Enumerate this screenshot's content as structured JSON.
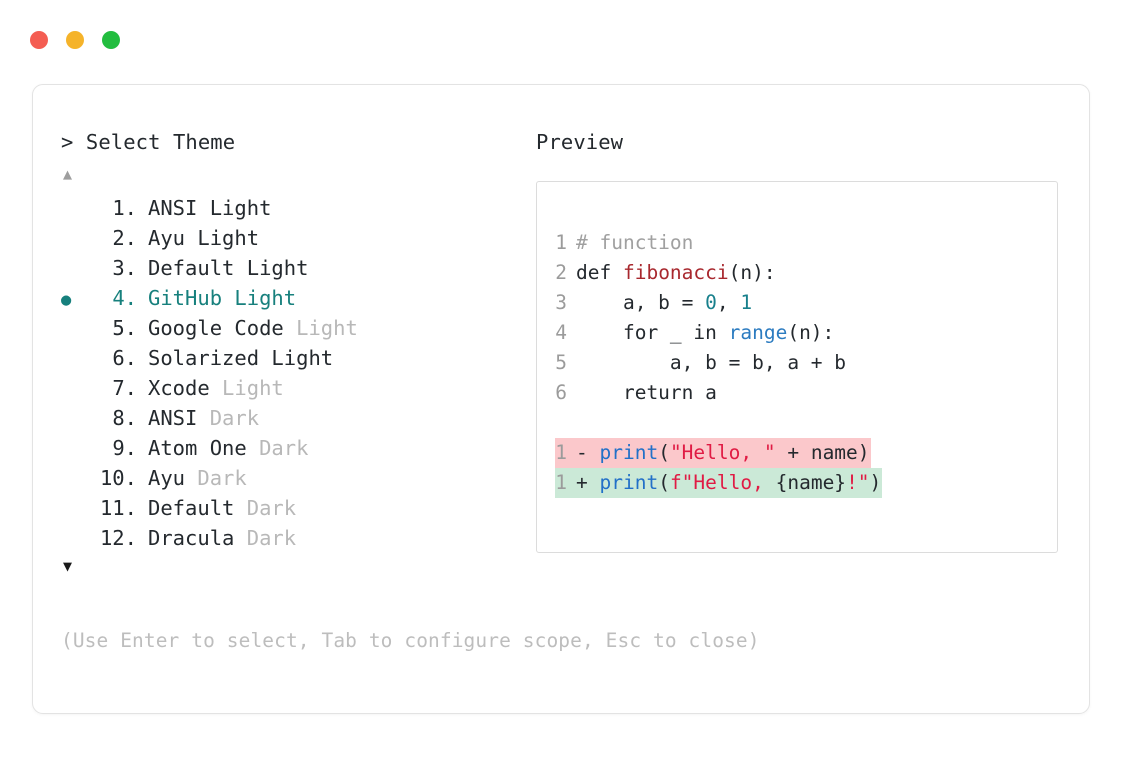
{
  "window": {
    "dots": [
      {
        "name": "close",
        "color": "#f45d52"
      },
      {
        "name": "minimize",
        "color": "#f5b32a"
      },
      {
        "name": "maximize",
        "color": "#22bd3f"
      }
    ]
  },
  "left_panel": {
    "prompt": "> Select Theme",
    "scroll_up_icon": "▲",
    "scroll_down_icon": "▼",
    "selected_index": 4,
    "selected_bullet": "●",
    "accent_color": "#17807d",
    "themes": [
      {
        "num": "1.",
        "name": "ANSI Light",
        "variant": "",
        "variant_muted": false,
        "selected": false
      },
      {
        "num": "2.",
        "name": "Ayu Light",
        "variant": "",
        "variant_muted": false,
        "selected": false
      },
      {
        "num": "3.",
        "name": "Default Light",
        "variant": "",
        "variant_muted": false,
        "selected": false
      },
      {
        "num": "4.",
        "name": "GitHub Light",
        "variant": "",
        "variant_muted": false,
        "selected": true
      },
      {
        "num": "5.",
        "name": "Google Code",
        "variant": "Light",
        "variant_muted": true,
        "selected": false
      },
      {
        "num": "6.",
        "name": "Solarized Light",
        "variant": "",
        "variant_muted": false,
        "selected": false
      },
      {
        "num": "7.",
        "name": "Xcode",
        "variant": "Light",
        "variant_muted": true,
        "selected": false
      },
      {
        "num": "8.",
        "name": "ANSI",
        "variant": "Dark",
        "variant_muted": true,
        "selected": false
      },
      {
        "num": "9.",
        "name": "Atom One",
        "variant": "Dark",
        "variant_muted": true,
        "selected": false
      },
      {
        "num": "10.",
        "name": "Ayu",
        "variant": "Dark",
        "variant_muted": true,
        "selected": false
      },
      {
        "num": "11.",
        "name": "Default",
        "variant": "Dark",
        "variant_muted": true,
        "selected": false
      },
      {
        "num": "12.",
        "name": "Dracula",
        "variant": "Dark",
        "variant_muted": true,
        "selected": false
      }
    ],
    "hint": "(Use Enter to select, Tab to configure scope, Esc to close)"
  },
  "right_panel": {
    "title": "Preview",
    "code": {
      "lines": [
        {
          "num": "1",
          "tokens": [
            {
              "t": "# function",
              "c": "tok-comment"
            }
          ]
        },
        {
          "num": "2",
          "tokens": [
            {
              "t": "def ",
              "c": "tok-kw"
            },
            {
              "t": "fibonacci",
              "c": "tok-fn"
            },
            {
              "t": "(n):",
              "c": "tok-plain"
            }
          ]
        },
        {
          "num": "3",
          "tokens": [
            {
              "t": "    a, b = ",
              "c": "tok-plain"
            },
            {
              "t": "0",
              "c": "tok-num"
            },
            {
              "t": ", ",
              "c": "tok-plain"
            },
            {
              "t": "1",
              "c": "tok-num"
            }
          ]
        },
        {
          "num": "4",
          "tokens": [
            {
              "t": "    for _ in ",
              "c": "tok-plain"
            },
            {
              "t": "range",
              "c": "tok-builtin"
            },
            {
              "t": "(n):",
              "c": "tok-plain"
            }
          ]
        },
        {
          "num": "5",
          "tokens": [
            {
              "t": "        a, b = b, a + b",
              "c": "tok-plain"
            }
          ]
        },
        {
          "num": "6",
          "tokens": [
            {
              "t": "    return a",
              "c": "tok-plain"
            }
          ]
        }
      ],
      "diff": [
        {
          "num": "1",
          "marker": "-",
          "kind": "del",
          "background": "#fbc8cb",
          "tokens": [
            {
              "t": "print",
              "c": "tok-call"
            },
            {
              "t": "(",
              "c": "tok-plain"
            },
            {
              "t": "\"Hello, \"",
              "c": "tok-str"
            },
            {
              "t": " + name)",
              "c": "tok-plain"
            }
          ]
        },
        {
          "num": "1",
          "marker": "+",
          "kind": "add",
          "background": "#cbe9d7",
          "tokens": [
            {
              "t": "print",
              "c": "tok-call"
            },
            {
              "t": "(",
              "c": "tok-plain"
            },
            {
              "t": "f\"Hello, ",
              "c": "tok-str"
            },
            {
              "t": "{name}",
              "c": "tok-plain"
            },
            {
              "t": "!\"",
              "c": "tok-str"
            },
            {
              "t": ")",
              "c": "tok-plain"
            }
          ]
        }
      ]
    }
  }
}
